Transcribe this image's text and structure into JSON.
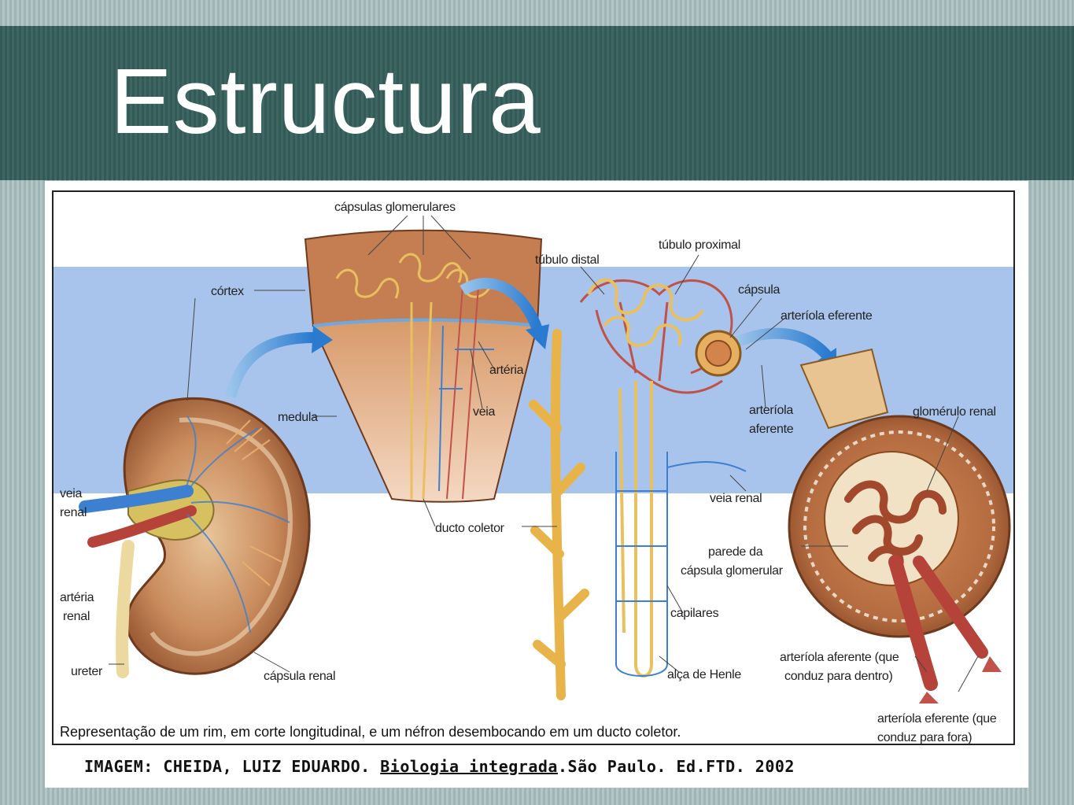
{
  "slide": {
    "title": "Estructura"
  },
  "figure": {
    "labels": {
      "capsulas_glomerulares": "cápsulas glomerulares",
      "cortex": "córtex",
      "medula": "medula",
      "veia_renal_kidney_1": "veia",
      "veia_renal_kidney_2": "renal",
      "arteria_renal_1": "artéria",
      "arteria_renal_2": "renal",
      "ureter": "ureter",
      "capsula_renal": "cápsula renal",
      "arteria": "artéria",
      "veia": "veia",
      "ducto_coletor": "ducto coletor",
      "tubulo_distal": "túbulo distal",
      "tubulo_proximal": "túbulo proximal",
      "capsula": "cápsula",
      "arteriola_eferente": "arteríola eferente",
      "arteriola_aferente_1": "arteríola",
      "arteriola_aferente_2": "aferente",
      "glomerulo_renal": "glomérulo renal",
      "veia_renal": "veia renal",
      "parede_capsula_1": "parede da",
      "parede_capsula_2": "cápsula glomerular",
      "capilares": "capilares",
      "alca_de_henle": "alça de Henle",
      "arteriola_aferente_que_1": "arteríola aferente (que",
      "arteriola_aferente_que_2": "conduz para dentro)",
      "arteriola_eferente_que_1": "arteríola eferente (que",
      "arteriola_eferente_que_2": "conduz para fora)"
    },
    "caption": "Representação de um rim, em corte longitudinal, e um néfron desembocando em um ducto coletor."
  },
  "credit": {
    "prefix": "IMAGEM: CHEIDA, LUIZ EDUARDO. ",
    "book": "Biologia integrada",
    "suffix": ".São Paulo. Ed.FTD. 2002"
  },
  "colors": {
    "header": "#345a58",
    "background": "#a9bfbf",
    "blue_band": "#a8c4ec",
    "kidney": "#b9744a",
    "vein": "#3d7fd0",
    "artery": "#c0524a",
    "tubule": "#f0c060"
  }
}
